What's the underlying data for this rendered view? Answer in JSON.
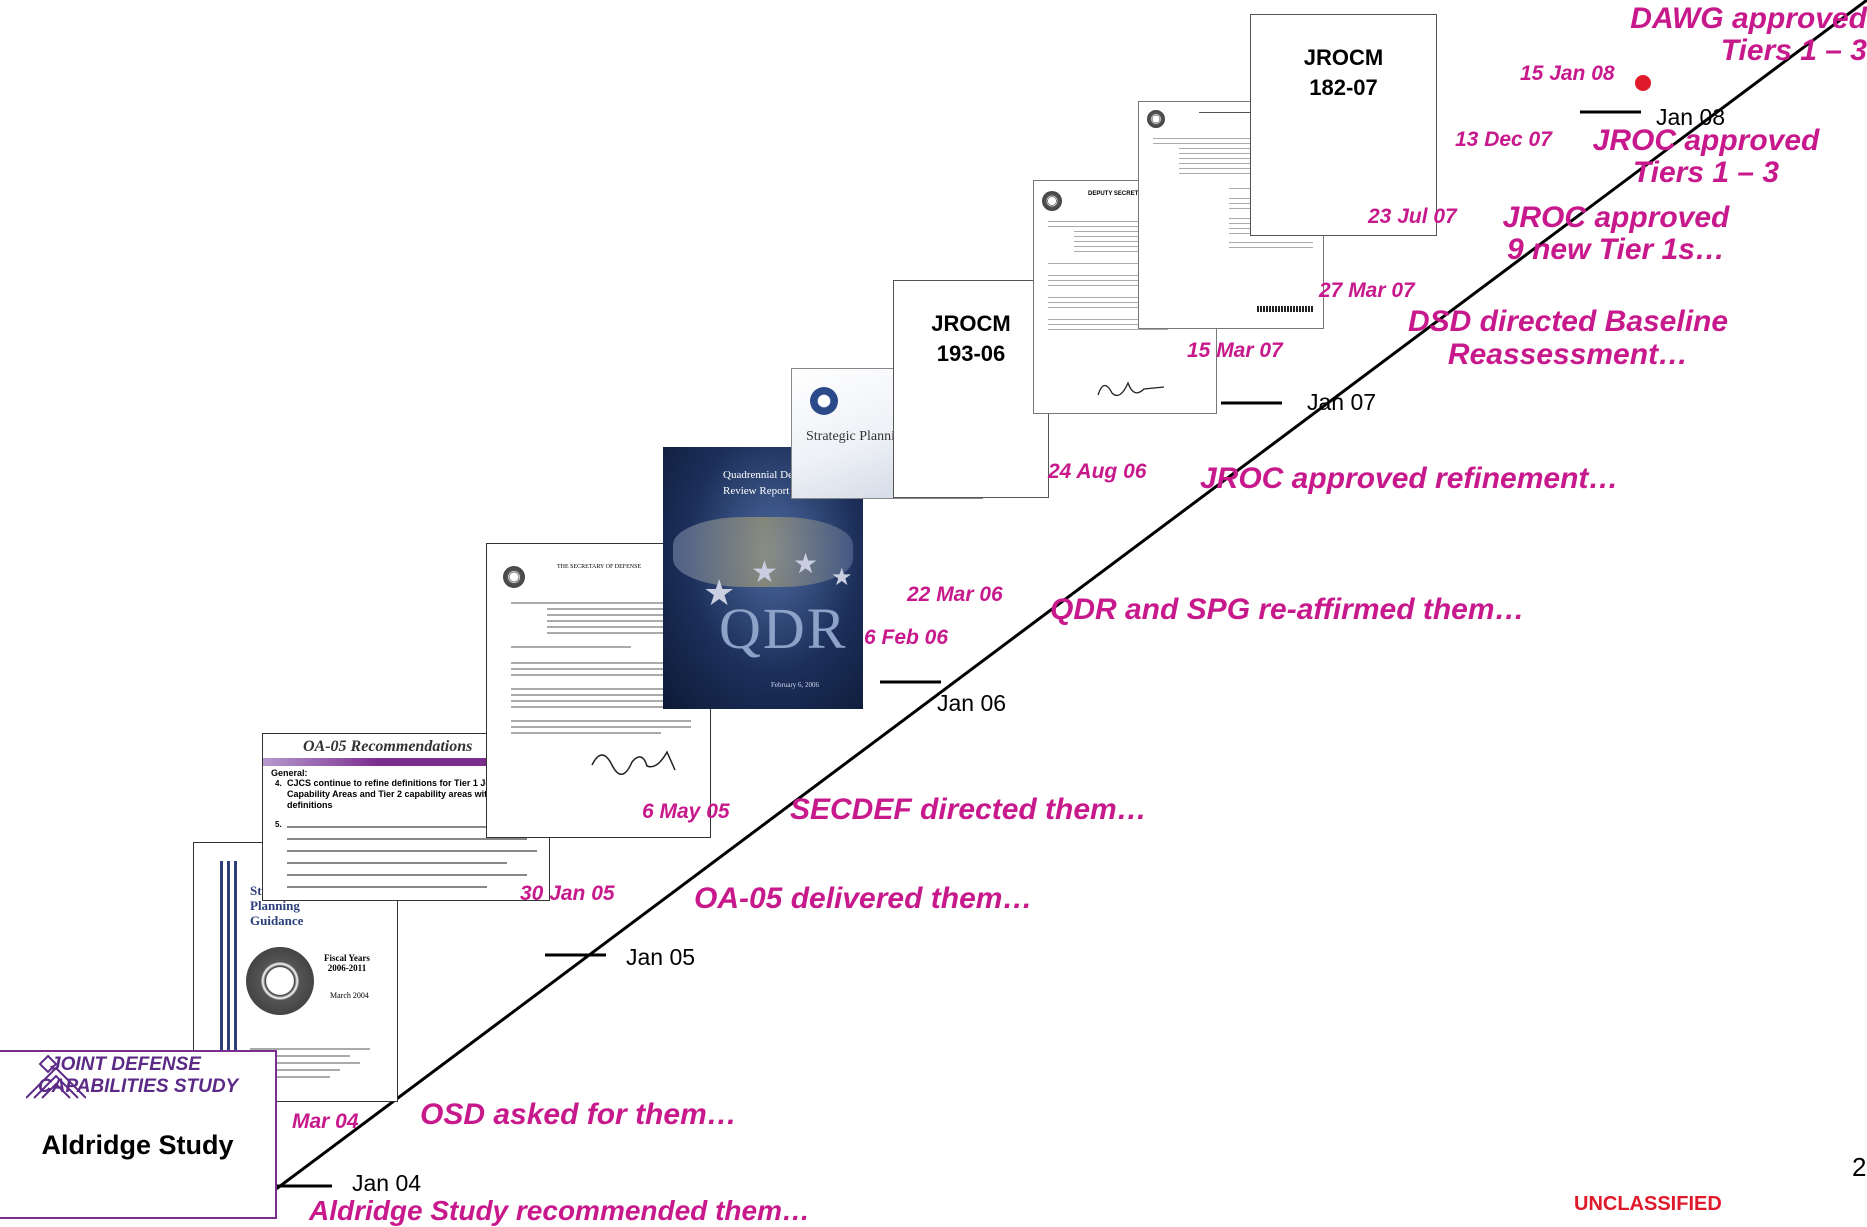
{
  "colors": {
    "accent": "#c8198c",
    "timeline": "#000000",
    "milestone_dot": "#e0192b",
    "oa05_banner": "#7b2d8e"
  },
  "ticks": [
    "Jan 04",
    "Jan 05",
    "Jan 06",
    "Jan 07",
    "Jan 08"
  ],
  "milestones": [
    {
      "date": "Mar 04",
      "event": "OSD asked for them…"
    },
    {
      "date": "30 Jan 05",
      "event": "OA-05 delivered them…"
    },
    {
      "date": "6 May 05",
      "event": "SECDEF directed them…"
    },
    {
      "date": "6 Feb 06",
      "event": ""
    },
    {
      "date": "22 Mar 06",
      "event": "QDR and SPG re-affirmed them…"
    },
    {
      "date": "24 Aug 06",
      "event": "JROC approved refinement…"
    },
    {
      "date": "15 Mar 07",
      "event": "DSD directed Baseline\nReassessment…"
    },
    {
      "date": "27 Mar 07",
      "event": ""
    },
    {
      "date": "23 Jul 07",
      "event": "JROC approved\n9 new Tier 1s…"
    },
    {
      "date": "13 Dec 07",
      "event": "JROC approved\nTiers 1 – 3"
    },
    {
      "date": "15 Jan 08",
      "event": "DAWG approved\nTiers 1 – 3"
    }
  ],
  "bottom_event": "Aldridge Study recommended them…",
  "jcds_logo": {
    "line1": "JOINT DEFENSE",
    "line2": "CAPABILITIES STUDY",
    "caption": "Aldridge Study"
  },
  "documents": {
    "spg_2004": {
      "title": "Strategic\nPlanning\nGuidance",
      "fiscal": "Fiscal Years\n2006-2011",
      "date": "March 2004"
    },
    "oa05": {
      "title": "OA-05 Recommendations",
      "general": "General:",
      "item4": "CJCS continue to refine definitions for Tier 1 Joint Capability Areas and Tier 2 capability areas with joint definitions",
      "item4_num": "4.",
      "item5_num": "5."
    },
    "secdef_memo": {
      "header": "THE SECRETARY OF DEFENSE"
    },
    "qdr": {
      "title": "Quadrennial Defense\nReview Report",
      "big": "QDR",
      "date": "February 6, 2006"
    },
    "spg_2006": {
      "title": "Strategic Planning Guidance"
    },
    "jrocm_193": {
      "title": "JROCM\n193-06"
    },
    "dsd_memo": {
      "header": "DEPUTY SECRETARY OF DEFENSE"
    },
    "jrocm_182": {
      "title": "JROCM\n182-07"
    }
  },
  "classification": "UNCLASSIFIED",
  "page_number": "2"
}
